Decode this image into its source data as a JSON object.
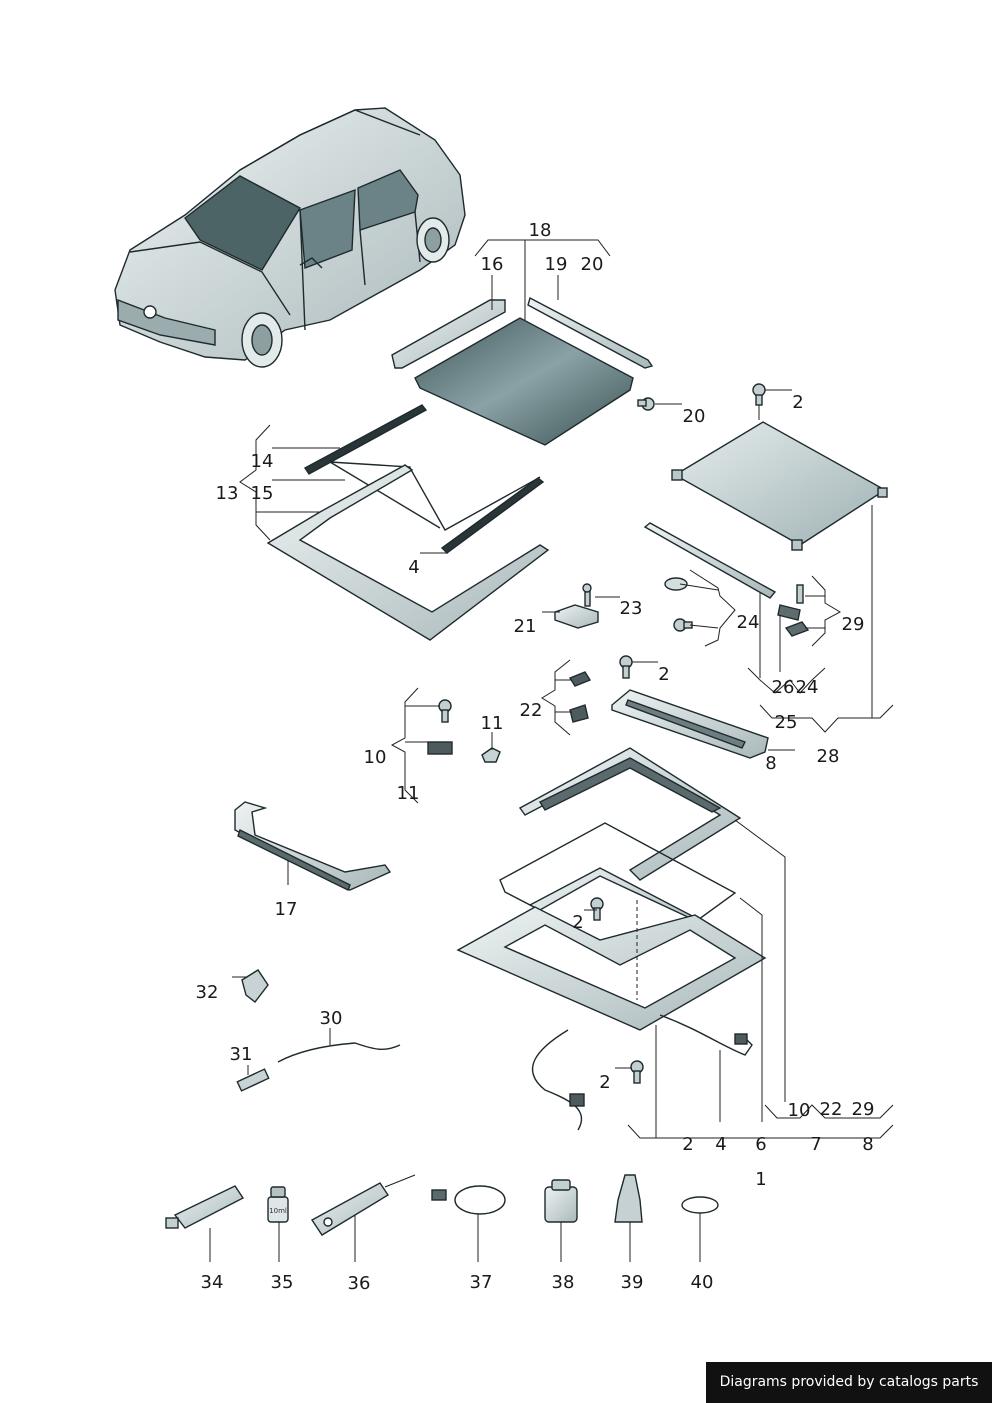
{
  "callouts": [
    {
      "id": "c18",
      "text": "18"
    },
    {
      "id": "c16",
      "text": "16"
    },
    {
      "id": "c19",
      "text": "19"
    },
    {
      "id": "c20a",
      "text": "20"
    },
    {
      "id": "c20b",
      "text": "20"
    },
    {
      "id": "c2a",
      "text": "2"
    },
    {
      "id": "c14",
      "text": "14"
    },
    {
      "id": "c13",
      "text": "13"
    },
    {
      "id": "c15",
      "text": "15"
    },
    {
      "id": "c4a",
      "text": "4"
    },
    {
      "id": "c23",
      "text": "23"
    },
    {
      "id": "c21",
      "text": "21"
    },
    {
      "id": "c24a",
      "text": "24"
    },
    {
      "id": "c29a",
      "text": "29"
    },
    {
      "id": "c2b",
      "text": "2"
    },
    {
      "id": "c26",
      "text": "26"
    },
    {
      "id": "c24b",
      "text": "24"
    },
    {
      "id": "c25",
      "text": "25"
    },
    {
      "id": "c22a",
      "text": "22"
    },
    {
      "id": "c11a",
      "text": "11"
    },
    {
      "id": "c10a",
      "text": "10"
    },
    {
      "id": "c8a",
      "text": "8"
    },
    {
      "id": "c28",
      "text": "28"
    },
    {
      "id": "c11b",
      "text": "11"
    },
    {
      "id": "c17",
      "text": "17"
    },
    {
      "id": "c2c",
      "text": "2"
    },
    {
      "id": "c32",
      "text": "32"
    },
    {
      "id": "c30",
      "text": "30"
    },
    {
      "id": "c31",
      "text": "31"
    },
    {
      "id": "c2d",
      "text": "2"
    },
    {
      "id": "c10b",
      "text": "10"
    },
    {
      "id": "c22b",
      "text": "22"
    },
    {
      "id": "c29b",
      "text": "29"
    },
    {
      "id": "c2e",
      "text": "2"
    },
    {
      "id": "c4b",
      "text": "4"
    },
    {
      "id": "c6",
      "text": "6"
    },
    {
      "id": "c7",
      "text": "7"
    },
    {
      "id": "c8b",
      "text": "8"
    },
    {
      "id": "c1",
      "text": "1"
    },
    {
      "id": "c34",
      "text": "34"
    },
    {
      "id": "c35",
      "text": "35"
    },
    {
      "id": "c36",
      "text": "36"
    },
    {
      "id": "c37",
      "text": "37"
    },
    {
      "id": "c38",
      "text": "38"
    },
    {
      "id": "c39",
      "text": "39"
    },
    {
      "id": "c40",
      "text": "40"
    }
  ],
  "bottle_label": "10ml",
  "footer": "Diagrams provided by catalogs parts",
  "colors": {
    "glass": "#5f7a7d",
    "metal": "#d7e2e3",
    "frame": "#c5d1d3",
    "outline": "#1e2a2e"
  }
}
